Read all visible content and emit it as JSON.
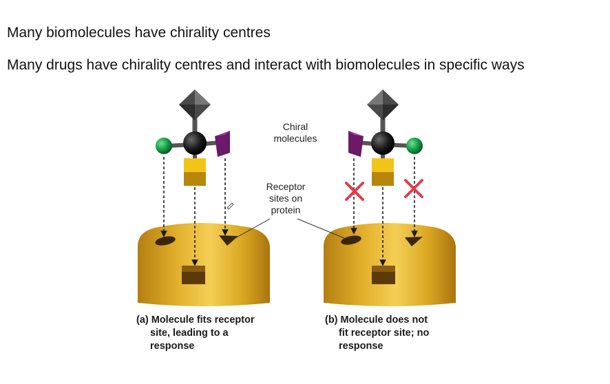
{
  "slide": {
    "line1": "Many biomolecules have chirality centres",
    "line2": "Many drugs have chirality centres and interact with biomolecules in specific ways"
  },
  "diagram": {
    "label_chiral": {
      "line1": "Chiral",
      "line2": "molecules"
    },
    "label_receptor": {
      "line1": "Receptor",
      "line2": "sites on",
      "line3": "protein"
    },
    "caption_a": {
      "line1": "(a) Molecule fits receptor",
      "line2": "site,  leading to a",
      "line3": "response"
    },
    "caption_b": {
      "line1": "(b) Molecule does not",
      "line2": "fit receptor site; no",
      "line3": "response"
    },
    "colors": {
      "protein_gold": "#d9a520",
      "cube_yellow": "#f2c418",
      "sphere_green": "#1aa24a",
      "prism_purple": "#6a1a66",
      "diamond_gray": "#4a4a4a",
      "carbon_black": "#1c1c1c",
      "cross_red": "#e23c4a"
    },
    "icons": [
      "gray-diamond",
      "green-sphere",
      "purple-prism",
      "yellow-cube",
      "black-carbon",
      "red-cross"
    ]
  }
}
